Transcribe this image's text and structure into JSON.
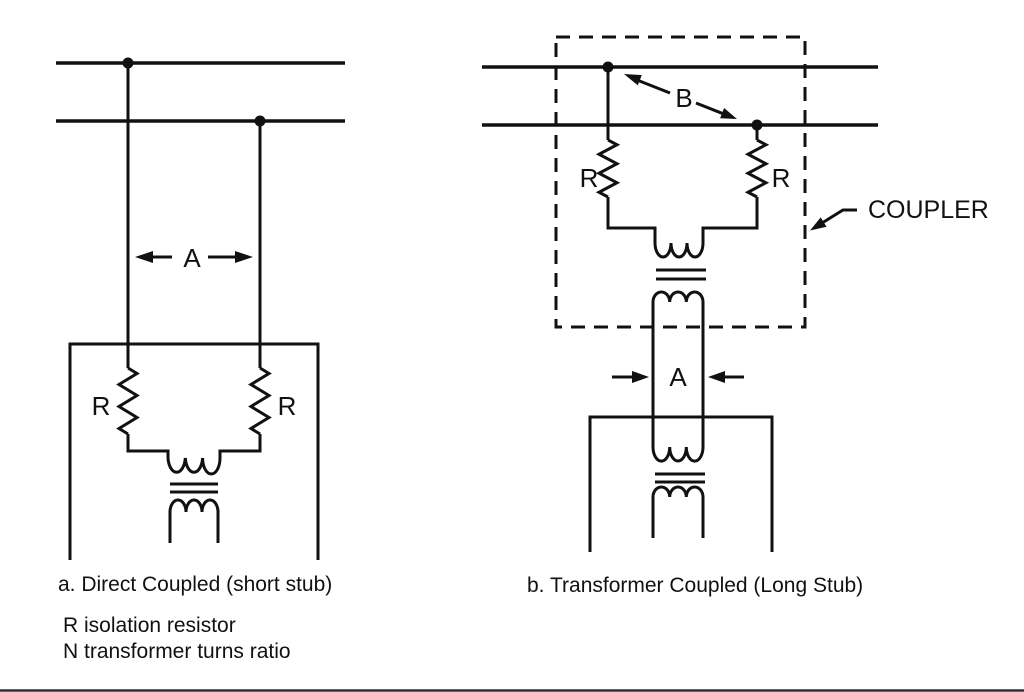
{
  "figure": {
    "panel_a": {
      "caption": "a. Direct Coupled (short stub)",
      "resistor_label_left": "R",
      "resistor_label_right": "R",
      "stub_spacing_label": "A"
    },
    "panel_b": {
      "caption": "b. Transformer Coupled (Long Stub)",
      "resistor_label_left": "R",
      "resistor_label_right": "R",
      "stub_spacing_label": "A",
      "tap_spacing_label": "B",
      "coupler_label": "COUPLER"
    },
    "legend": {
      "lines": [
        "R isolation resistor",
        "N transformer turns ratio"
      ]
    },
    "colors": {
      "ink": "#111111",
      "background": "#ffffff"
    }
  }
}
